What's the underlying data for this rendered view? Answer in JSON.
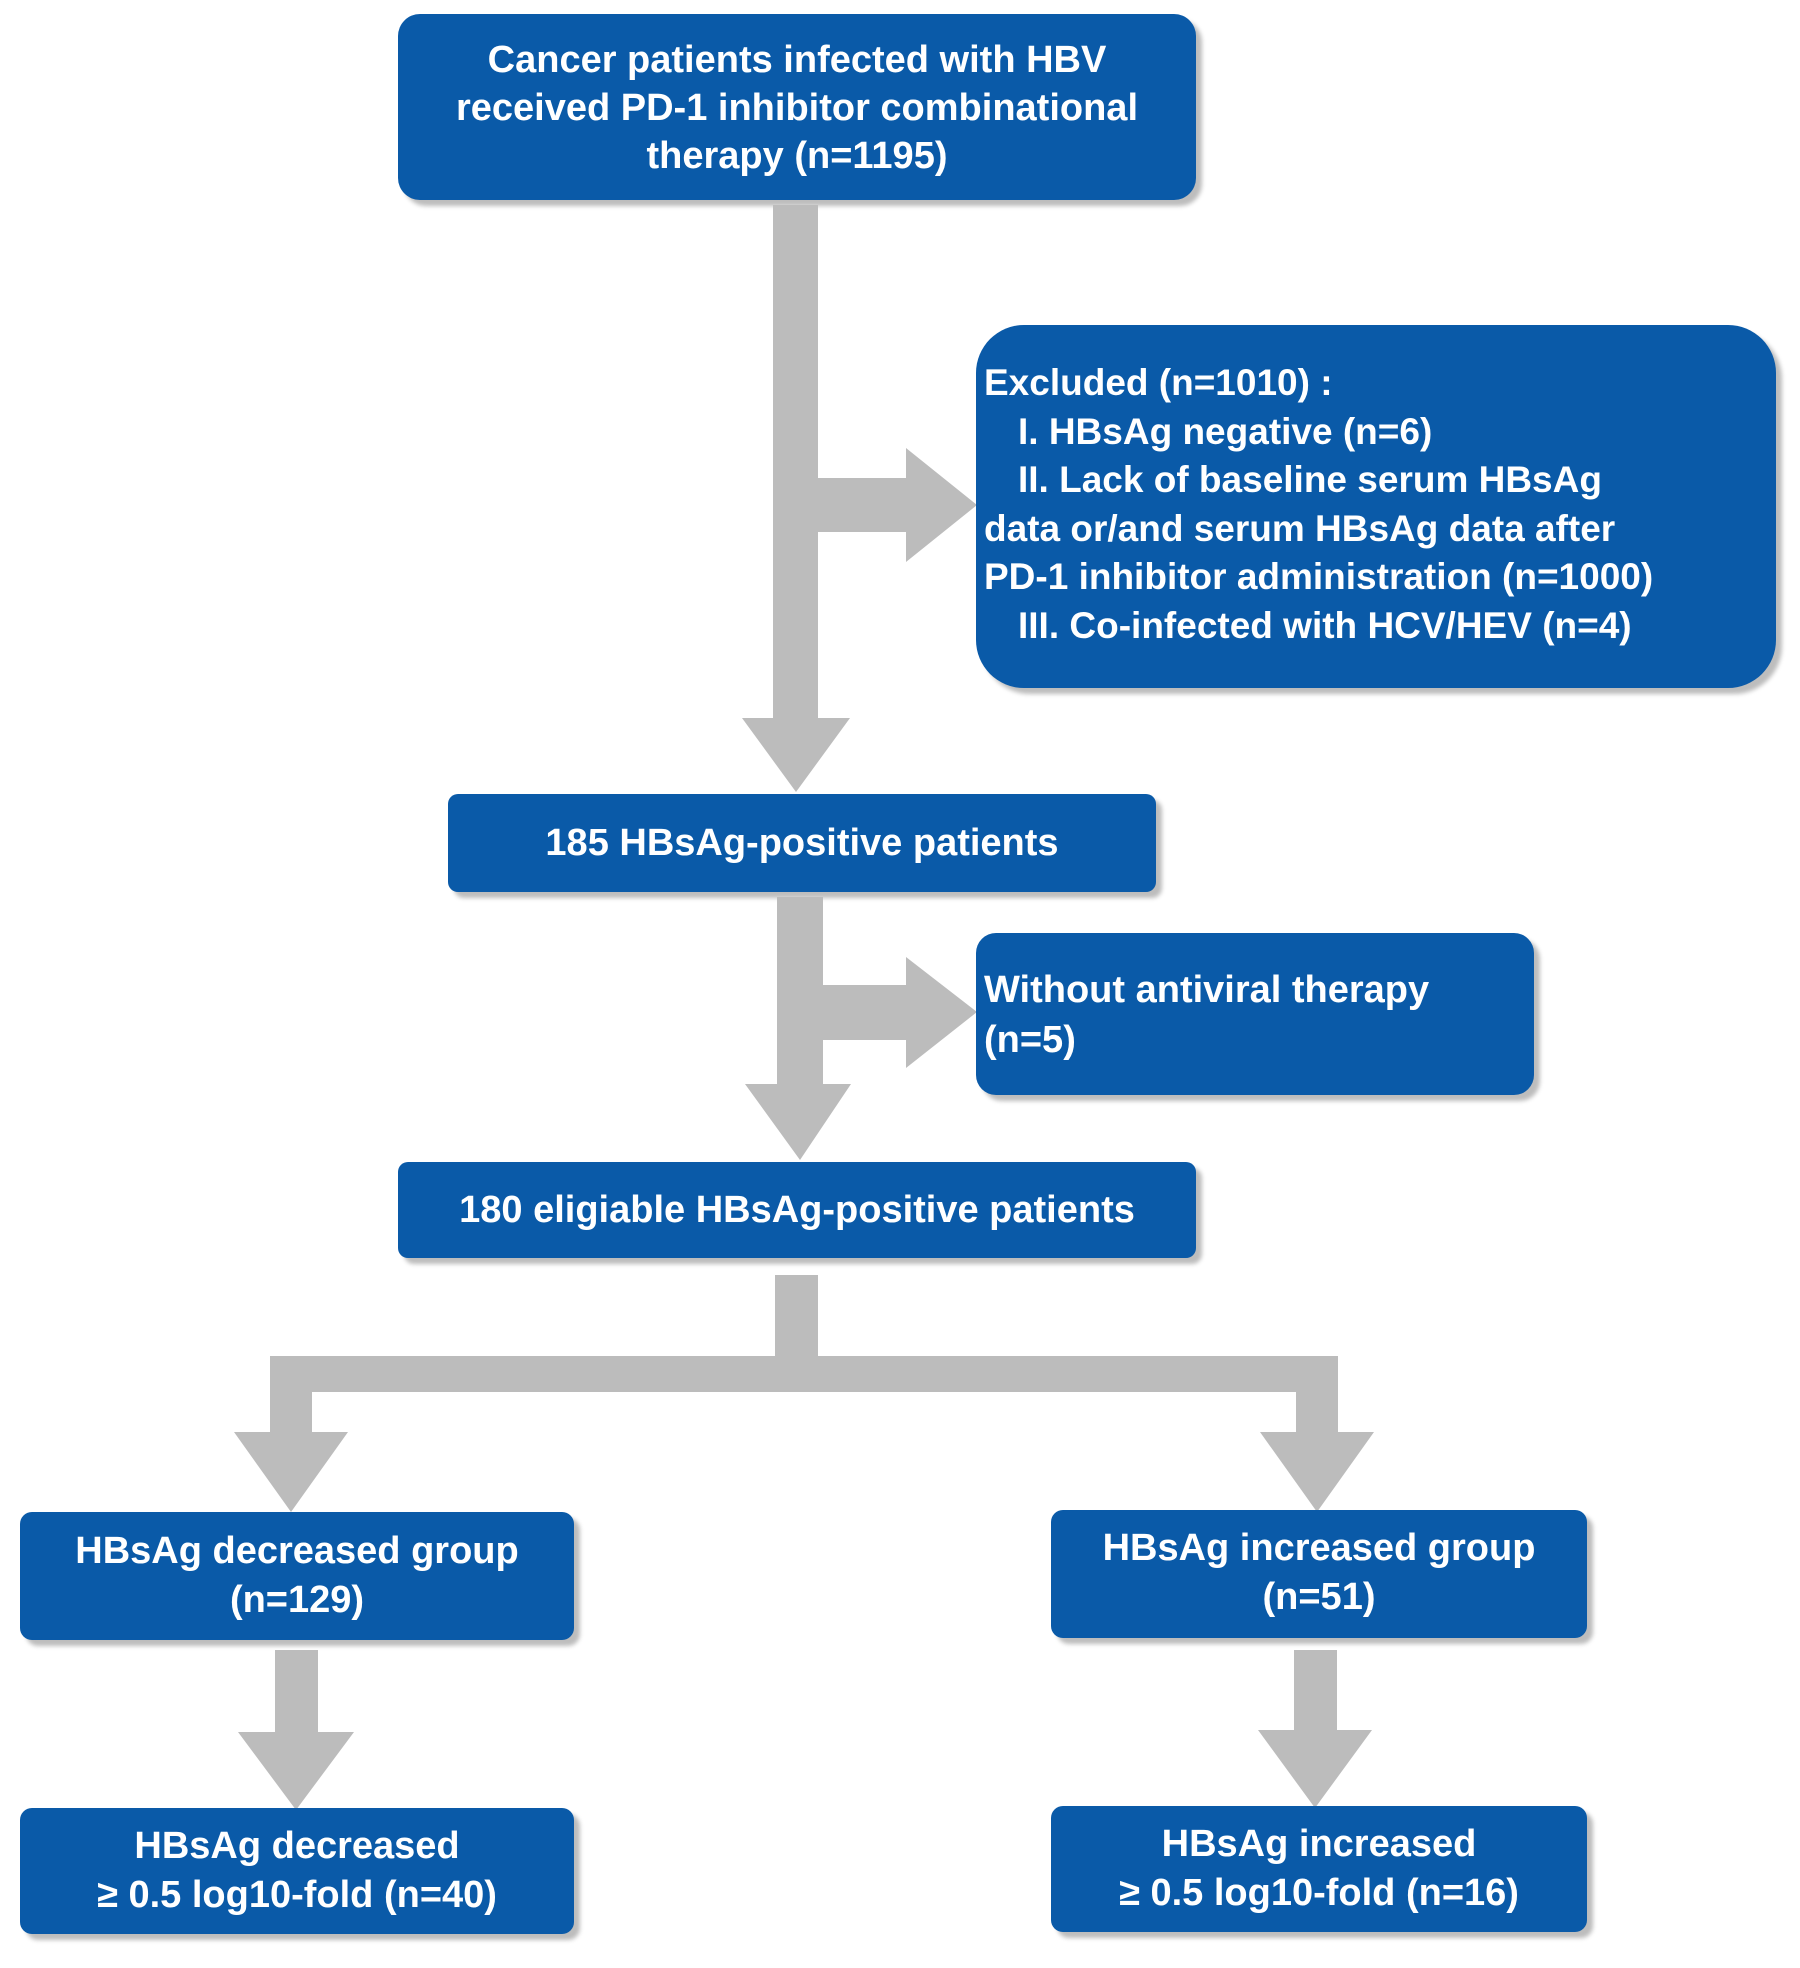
{
  "boxes": {
    "top": [
      "Cancer patients infected with HBV",
      "received PD-1 inhibitor combinational",
      "therapy (n=1195)"
    ],
    "excluded": {
      "heading": "Excluded (n=1010) :",
      "item1": "I.   HBsAg negative (n=6)",
      "item2a": "II.  Lack of baseline serum HBsAg",
      "item2b": "data or/and serum HBsAg data after",
      "item2c": "PD-1 inhibitor administration (n=1000)",
      "item3": "III. Co-infected with HCV/HEV (n=4)"
    },
    "positive": "185 HBsAg-positive patients",
    "without_antiviral": [
      "Without antiviral therapy",
      "(n=5)"
    ],
    "eligible": "180 eligiable HBsAg-positive patients",
    "decreased_group": [
      "HBsAg decreased group",
      "(n=129)"
    ],
    "increased_group": [
      "HBsAg increased group",
      "(n=51)"
    ],
    "decreased_fold": [
      "HBsAg decreased",
      "≥ 0.5 log10-fold (n=40)"
    ],
    "increased_fold": [
      "HBsAg increased",
      "≥ 0.5 log10-fold (n=16)"
    ]
  },
  "colors": {
    "box_fill": "#0a5aa8",
    "box_text": "#ffffff",
    "arrow_fill": "#bcbcbc",
    "shadow": "#bdbdbd"
  }
}
